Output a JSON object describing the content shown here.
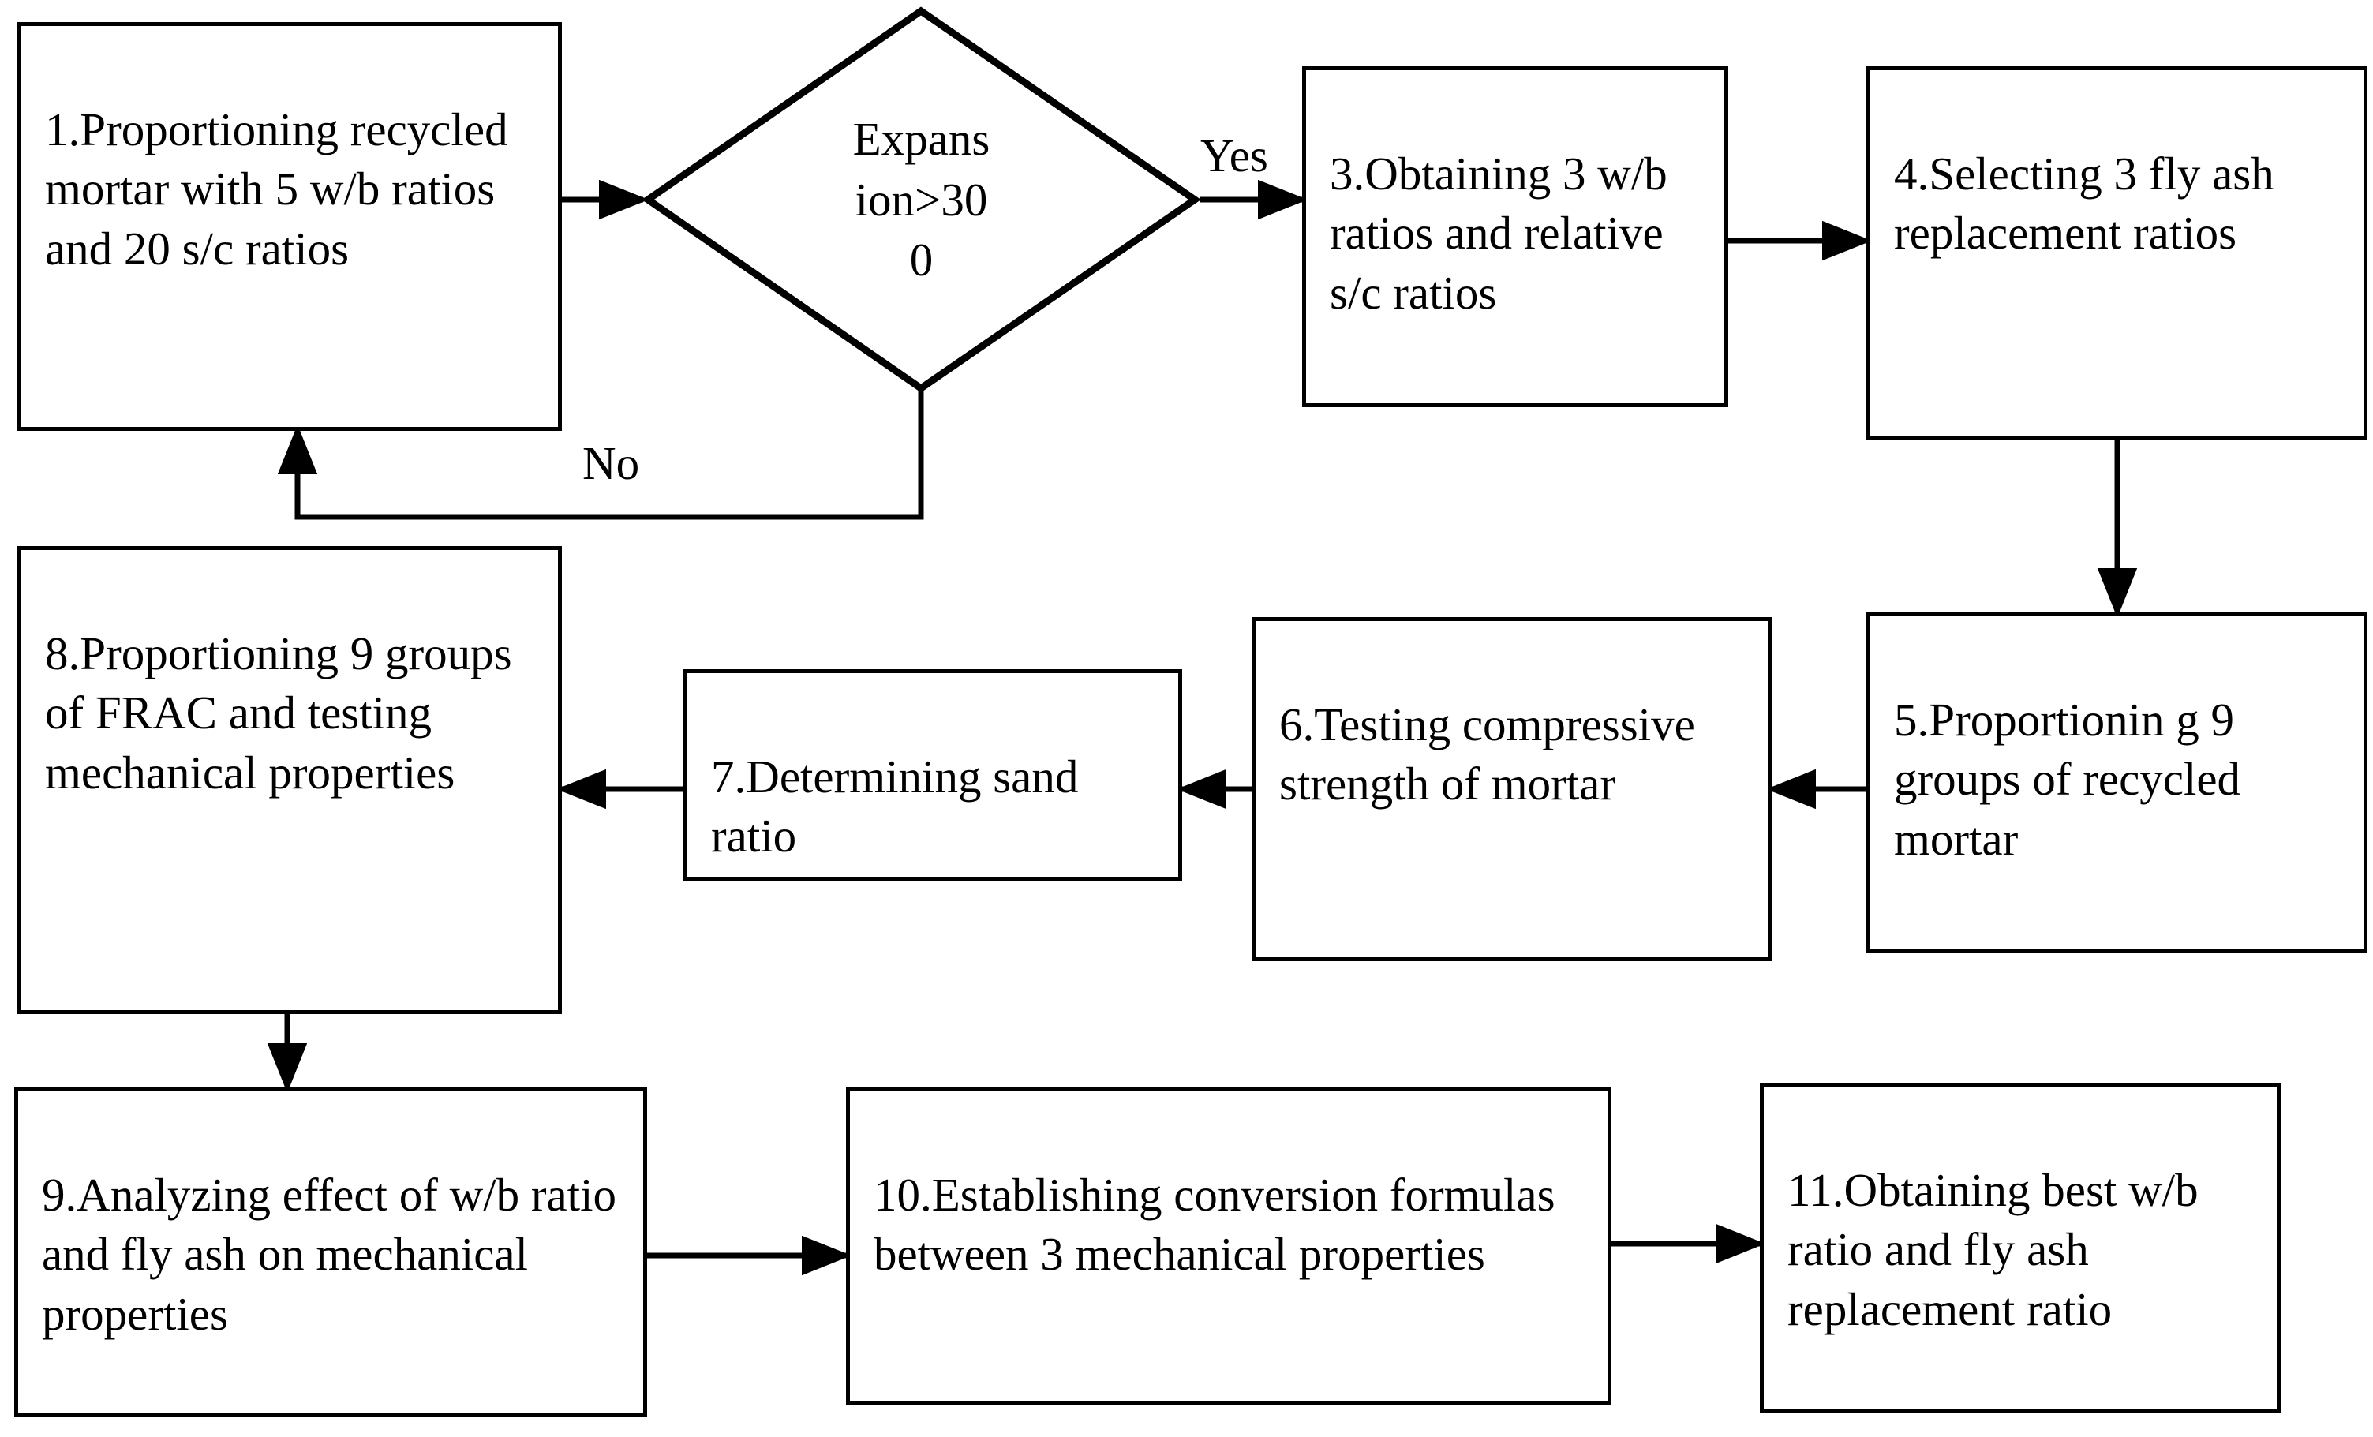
{
  "diagram": {
    "title": "Experimental program flowchart",
    "colors": {
      "stroke": "#000000",
      "fill": "#ffffff",
      "text": "#000000"
    },
    "nodes": {
      "n1": {
        "id": "1",
        "shape": "rectangle",
        "text": "1.Proportioning recycled mortar with 5 w/b ratios and 20 s/c ratios"
      },
      "n2": {
        "id": "2",
        "shape": "diamond",
        "text": "Expans\nion>30\n0"
      },
      "n3": {
        "id": "3",
        "shape": "rectangle",
        "text": "3.Obtaining 3 w/b ratios and relative s/c ratios"
      },
      "n4": {
        "id": "4",
        "shape": "rectangle",
        "text": "4.Selecting 3 fly ash replacement ratios"
      },
      "n5": {
        "id": "5",
        "shape": "rectangle",
        "text": "5.Proportionin g 9 groups of recycled mortar"
      },
      "n6": {
        "id": "6",
        "shape": "rectangle",
        "text": "6.Testing compressive strength of mortar"
      },
      "n7": {
        "id": "7",
        "shape": "rectangle",
        "text": "7.Determining sand ratio"
      },
      "n8": {
        "id": "8",
        "shape": "rectangle",
        "text": "8.Proportioning 9 groups of FRAC and testing mechanical properties"
      },
      "n9": {
        "id": "9",
        "shape": "rectangle",
        "text": "9.Analyzing effect of w/b ratio and fly ash on mechanical properties"
      },
      "n10": {
        "id": "10",
        "shape": "rectangle",
        "text": "10.Establishing conversion formulas between 3 mechanical properties"
      },
      "n11": {
        "id": "11",
        "shape": "rectangle",
        "text": "11.Obtaining best w/b ratio and fly ash replacement ratio"
      }
    },
    "edge_labels": {
      "yes": "Yes",
      "no": "No"
    }
  }
}
